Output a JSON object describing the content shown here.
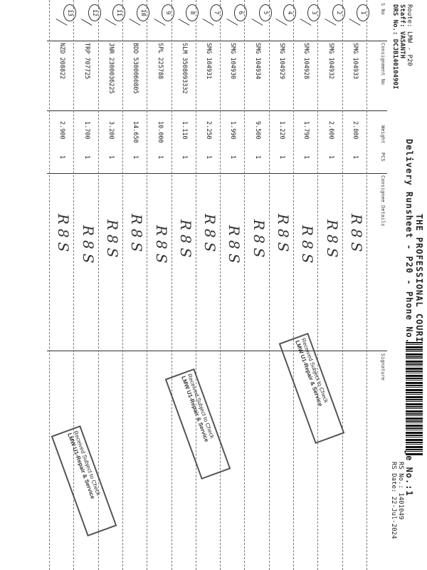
{
  "header": {
    "title_line1": "THE PROFESSIONAL COURIERS, COIMBATORE",
    "title_line2": "Delivery Runsheet - P20 - Phone No.:0422-3505555 - Page No.:1",
    "route": "Route: LMW - P20",
    "staff": "Staff: VASANTH",
    "drs": "DRS No.: DCJB14010490I",
    "rs_no": "RS No.: 1401049",
    "rs_date": "RS Date: 22-Jul-2024"
  },
  "columns": [
    "S No",
    "Consignment No",
    "Weight",
    "PCS",
    "Consignee Details",
    "Signature"
  ],
  "rows": [
    {
      "sno": "1",
      "cno": "SMG 104933",
      "weight": "2.800",
      "pcs": "1",
      "sig": "R8S"
    },
    {
      "sno": "2",
      "cno": "SMG 104932",
      "weight": "2.600",
      "pcs": "1",
      "sig": "R8S"
    },
    {
      "sno": "3",
      "cno": "SMG 104928",
      "weight": "1.790",
      "pcs": "1",
      "sig": "R8S"
    },
    {
      "sno": "4",
      "cno": "SMG 104929",
      "weight": "1.220",
      "pcs": "1",
      "sig": "R8S"
    },
    {
      "sno": "5",
      "cno": "SMG 104934",
      "weight": "9.500",
      "pcs": "1",
      "sig": "R8S"
    },
    {
      "sno": "6",
      "cno": "SMG 104930",
      "weight": "1.990",
      "pcs": "1",
      "sig": "R8S"
    },
    {
      "sno": "7",
      "cno": "SMG 104931",
      "weight": "2.250",
      "pcs": "1",
      "sig": "R8S"
    },
    {
      "sno": "8",
      "cno": "SLM 3508093332",
      "weight": "1.110",
      "pcs": "1",
      "sig": "R8S"
    },
    {
      "sno": "9",
      "cno": "SPL 225788",
      "weight": "10.000",
      "pcs": "1",
      "sig": "R8S"
    },
    {
      "sno": "10",
      "cno": "BDD 5300060805",
      "weight": "14.650",
      "pcs": "1",
      "sig": "R8S"
    },
    {
      "sno": "11",
      "cno": "JNR 2300036225",
      "weight": "3.200",
      "pcs": "1",
      "sig": "R8S"
    },
    {
      "sno": "12",
      "cno": "TRP 707725",
      "weight": "1.700",
      "pcs": "1",
      "sig": "R8S"
    },
    {
      "sno": "13",
      "cno": "NZD 208822",
      "weight": "2.900",
      "pcs": "1",
      "sig": "R8S"
    }
  ],
  "stamps": [
    "Received Subject to Check",
    "LMW U1-Repair & Service"
  ]
}
